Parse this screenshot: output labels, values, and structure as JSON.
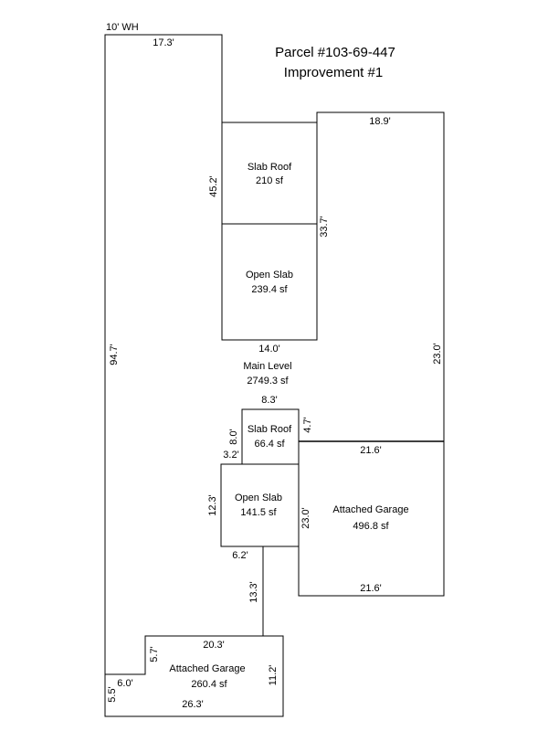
{
  "title": {
    "parcel": "Parcel #103-69-447",
    "improvement": "Improvement #1"
  },
  "areas": {
    "main_level": {
      "name": "Main Level",
      "area": "2749.3 sf"
    },
    "slab_roof_upper": {
      "name": "Slab Roof",
      "area": "210 sf"
    },
    "open_slab_upper": {
      "name": "Open Slab",
      "area": "239.4 sf"
    },
    "slab_roof_lower": {
      "name": "Slab Roof",
      "area": "66.4 sf"
    },
    "open_slab_lower": {
      "name": "Open Slab",
      "area": "141.5 sf"
    },
    "garage_right": {
      "name": "Attached Garage",
      "area": "496.8 sf"
    },
    "garage_bottom": {
      "name": "Attached Garage",
      "area": "260.4 sf"
    }
  },
  "dimensions": {
    "wh": "10' WH",
    "top_left": "17.3'",
    "left_height": "94.7'",
    "upper_porch_height": "45.2'",
    "upper_porch_width": "14.0'",
    "mid_height": "33.7'",
    "right_top": "18.9'",
    "right_height": "23.0'",
    "lower_roof_width": "8.3'",
    "lower_roof_left": "8.0'",
    "lower_roof_right": "4.7'",
    "lower_step": "3.2'",
    "lower_slab_height": "12.3'",
    "lower_slab_right": "23.0'",
    "garage_top": "21.6'",
    "garage_bottom": "21.6'",
    "step_bottom": "6.2'",
    "connector": "13.3'",
    "bg_top": "20.3'",
    "bg_left": "5.7'",
    "bg_right": "11.2'",
    "bg_step": "6.0'",
    "bg_left_small": "5.5'",
    "bg_bottom": "26.3'"
  }
}
